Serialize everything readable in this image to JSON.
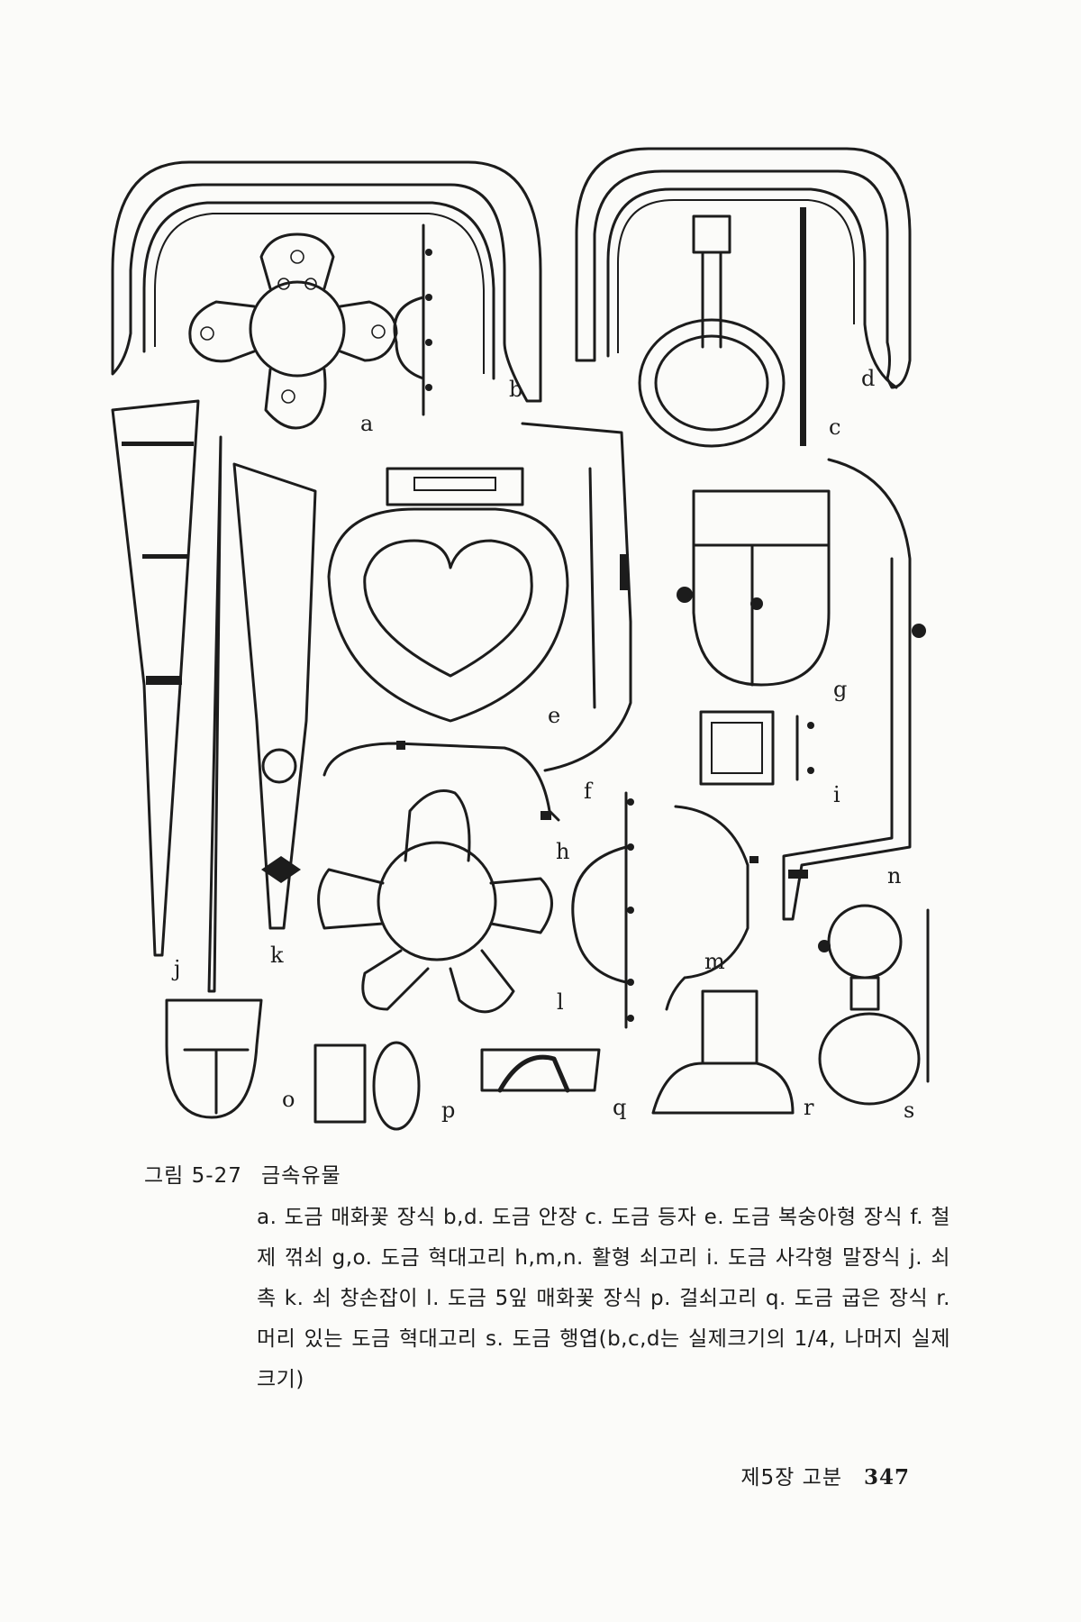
{
  "figure": {
    "item_labels": [
      "a",
      "b",
      "c",
      "d",
      "e",
      "f",
      "g",
      "h",
      "i",
      "j",
      "k",
      "l",
      "m",
      "n",
      "o",
      "p",
      "q",
      "r",
      "s"
    ]
  },
  "caption": {
    "figure_number": "그림 5-27",
    "title": "금속유물",
    "body": "a. 도금 매화꽃 장식 b,d. 도금 안장 c. 도금 등자 e. 도금 복숭아형 장식 f. 철제 꺾쇠 g,o. 도금 혁대고리 h,m,n. 활형 쇠고리 i. 도금 사각형 말장식 j. 쇠촉 k. 쇠 창손잡이 l. 도금 5잎 매화꽃 장식 p. 걸쇠고리 q. 도금 굽은 장식 r. 머리 있는 도금 혁대고리 s. 도금 행엽(b,c,d는 실제크기의 1/4, 나머지 실제크기)"
  },
  "footer": {
    "chapter": "제5장 고분",
    "page_number": "347"
  }
}
